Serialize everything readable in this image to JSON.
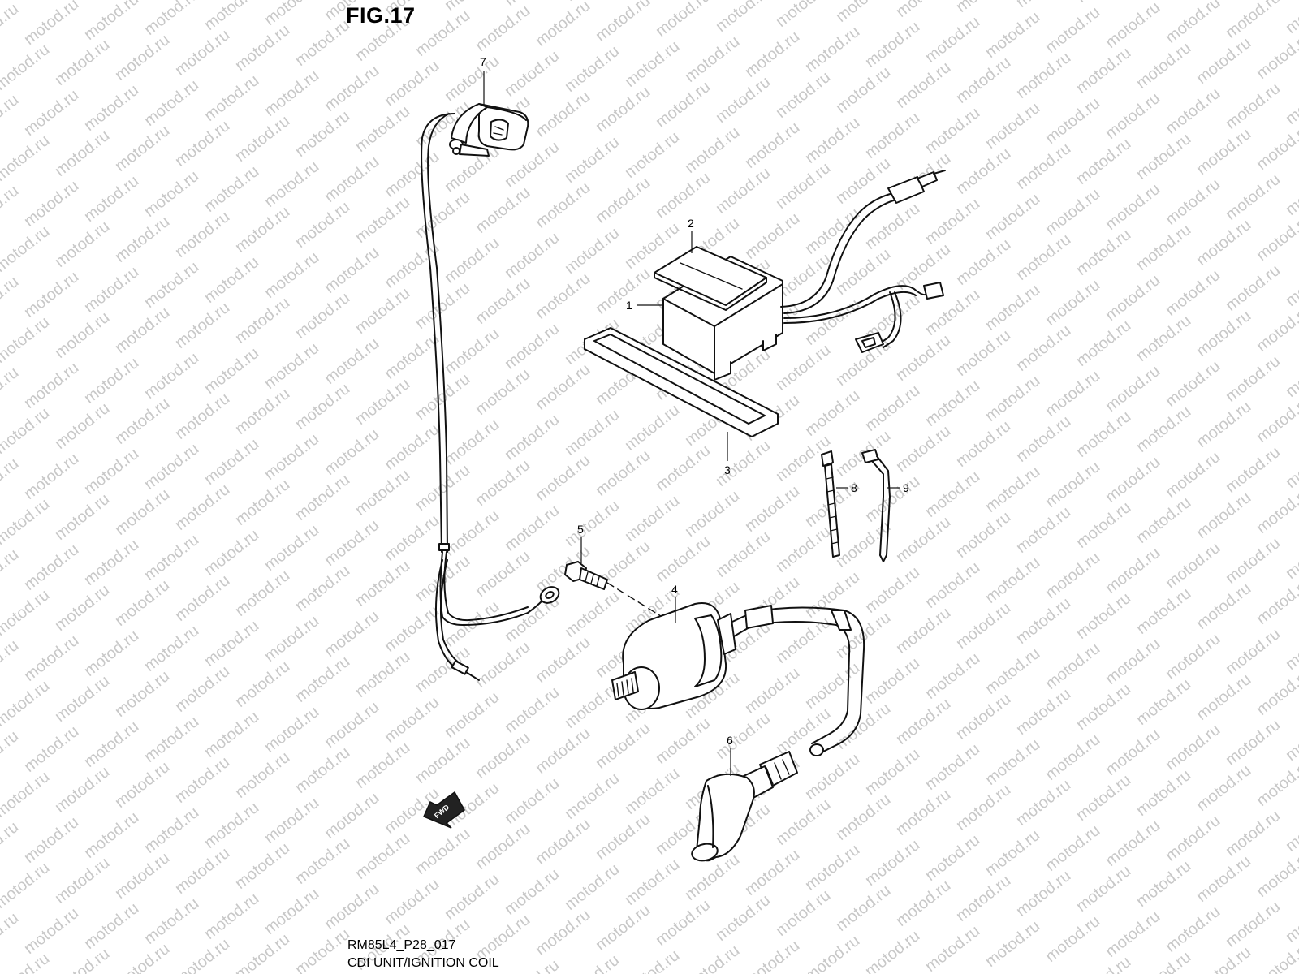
{
  "figure": {
    "title": "FIG.17",
    "drawing_code": "RM85L4_P28_017",
    "caption": "CDI UNIT/IGNITION COIL"
  },
  "watermark": "motod.ru",
  "fwd_label": "FWD",
  "callouts": [
    {
      "number": "1",
      "part": "cdi-unit"
    },
    {
      "number": "2",
      "part": "cdi-cushion"
    },
    {
      "number": "3",
      "part": "cdi-band"
    },
    {
      "number": "4",
      "part": "ignition-coil"
    },
    {
      "number": "5",
      "part": "coil-bolt"
    },
    {
      "number": "6",
      "part": "plug-cap"
    },
    {
      "number": "7",
      "part": "pickup-lead"
    },
    {
      "number": "8",
      "part": "cable-tie"
    },
    {
      "number": "9",
      "part": "clamp"
    }
  ]
}
